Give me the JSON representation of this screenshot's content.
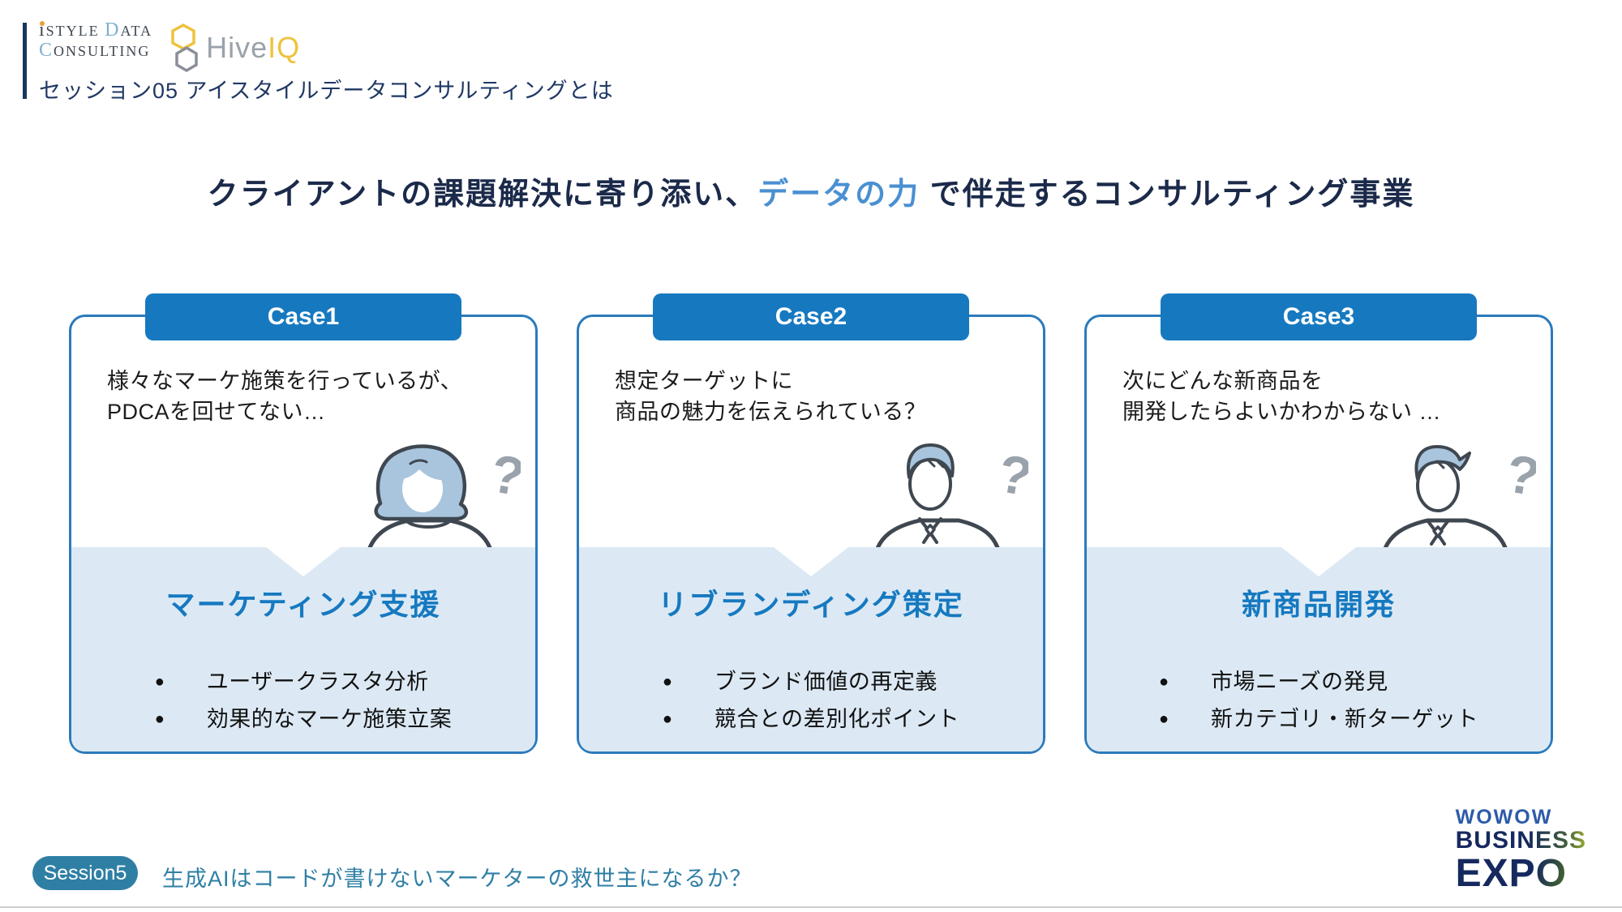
{
  "brand": {
    "istyle": {
      "i": "i",
      "style": "STYLE",
      "space": " ",
      "d": "D",
      "ata": "ATA",
      "c": "C",
      "onsulting": "ONSULTING"
    },
    "hive": "Hive",
    "iq": "IQ"
  },
  "header": {
    "session_heading": "セッション05 アイスタイルデータコンサルティングとは"
  },
  "title": {
    "part1": "クライアントの課題解決に寄り添い、",
    "accent": "データの力",
    "part2": " で伴走するコンサルティング事業"
  },
  "cards": [
    {
      "badge": "Case1",
      "problem_line1": "様々なマーケ施策を行っているが、",
      "problem_line2": "PDCAを回せてない…",
      "question_mark": "?",
      "solution_title": "マーケティング支援",
      "bullets": [
        "ユーザークラスタ分析",
        "効果的なマーケ施策立案"
      ]
    },
    {
      "badge": "Case2",
      "problem_line1": "想定ターゲットに",
      "problem_line2": "商品の魅力を伝えられている？",
      "question_mark": "?",
      "solution_title": "リブランディング策定",
      "bullets": [
        "ブランド価値の再定義",
        "競合との差別化ポイント"
      ]
    },
    {
      "badge": "Case3",
      "problem_line1": "次にどんな新商品を",
      "problem_line2": "開発したらよいかわからない …",
      "question_mark": "?",
      "solution_title": "新商品開発",
      "bullets": [
        "市場ニーズの発見",
        "新カテゴリ・新ターゲット"
      ]
    }
  ],
  "footer": {
    "session_badge": "Session5",
    "session_title": "生成AIはコードが書けないマーケターの救世主になるか？"
  },
  "expo_logo": {
    "line1": "WOWOW",
    "line2": "BUSINESS",
    "line3": "EXPO"
  },
  "colors": {
    "primary_blue": "#1679c0",
    "card_border_blue": "#2b7abc",
    "panel_light_blue": "#dce9f4",
    "accent_blue_text": "#4a90d2",
    "navy_text": "#1b2a4a",
    "header_navy": "#1f3864",
    "teal": "#2f7fa5",
    "hive_yellow": "#eec23d",
    "logo_gray": "#9aa2ab",
    "logo_light_blue": "#7fb0cf",
    "logo_dot_orange": "#e8a13c",
    "question_gray": "#9aa3ab",
    "person_hair_blue": "#a9c5de",
    "expo_navy": "#16295e",
    "expo_green": "#c2d500",
    "wowow_blue": "#2d5ca8"
  }
}
